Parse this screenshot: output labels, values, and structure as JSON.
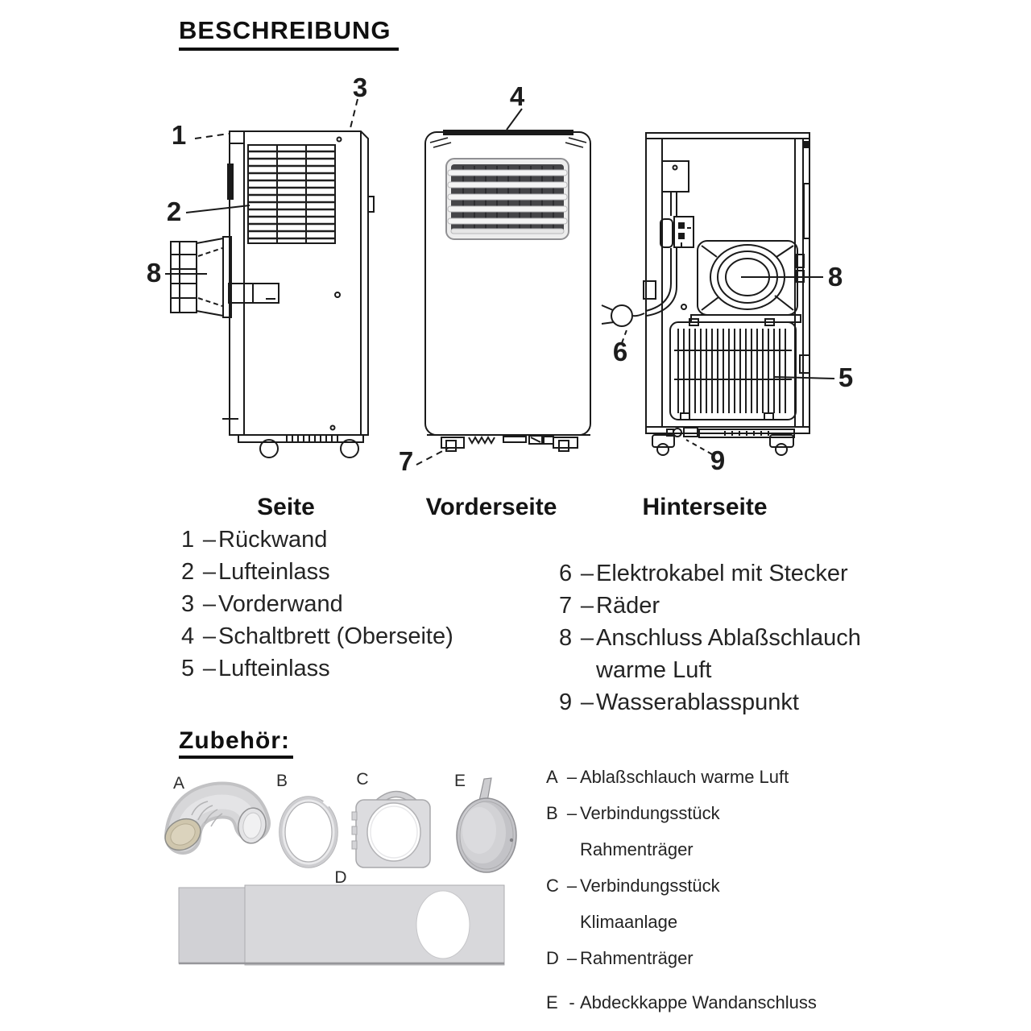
{
  "title": "BESCHREIBUNG",
  "accessories_heading": "Zubehör:",
  "captions": {
    "side": "Seite",
    "front": "Vorderseite",
    "back": "Hinterseite"
  },
  "callouts": {
    "c1": "1",
    "c2": "2",
    "c3": "3",
    "c4": "4",
    "c5": "5",
    "c6": "6",
    "c7": "7",
    "c8": "8",
    "c9": "9"
  },
  "legend": {
    "left": [
      {
        "num": "1",
        "sep": "–",
        "label": "Rückwand"
      },
      {
        "num": "2",
        "sep": "–",
        "label": "Lufteinlass"
      },
      {
        "num": "3",
        "sep": "–",
        "label": "Vorderwand"
      },
      {
        "num": "4",
        "sep": "–",
        "label": "Schaltbrett (Oberseite)"
      },
      {
        "num": "5",
        "sep": "–",
        "label": "Lufteinlass"
      }
    ],
    "right": [
      {
        "num": "6",
        "sep": "–",
        "label": "Elektrokabel mit Stecker"
      },
      {
        "num": "7",
        "sep": "–",
        "label": "Räder"
      },
      {
        "num": "8",
        "sep": "–",
        "label": "Anschluss Ablaßschlauch",
        "label2": "warme Luft"
      },
      {
        "num": "9",
        "sep": "–",
        "label": "Wasserablasspunkt"
      }
    ]
  },
  "accessory_labels": {
    "a": "A",
    "b": "B",
    "c": "C",
    "d": "D",
    "e": "E"
  },
  "accessories_legend": [
    {
      "key": "A",
      "sep": "–",
      "label": "Ablaßschlauch warme Luft"
    },
    {
      "key": "B",
      "sep": "–",
      "label": "Verbindungsstück",
      "label2": "Rahmenträger"
    },
    {
      "key": "C",
      "sep": "–",
      "label": "Verbindungsstück",
      "label2": "Klimaanlage"
    },
    {
      "key": "D",
      "sep": "–",
      "label": "Rahmenträger"
    },
    {
      "key": "E",
      "sep": "-",
      "label": "Abdeckkappe Wandanschluss"
    }
  ],
  "colors": {
    "ink": "#1a1a1a",
    "accessory_gray": "#d8d8db",
    "vent_dark": "#454548"
  }
}
